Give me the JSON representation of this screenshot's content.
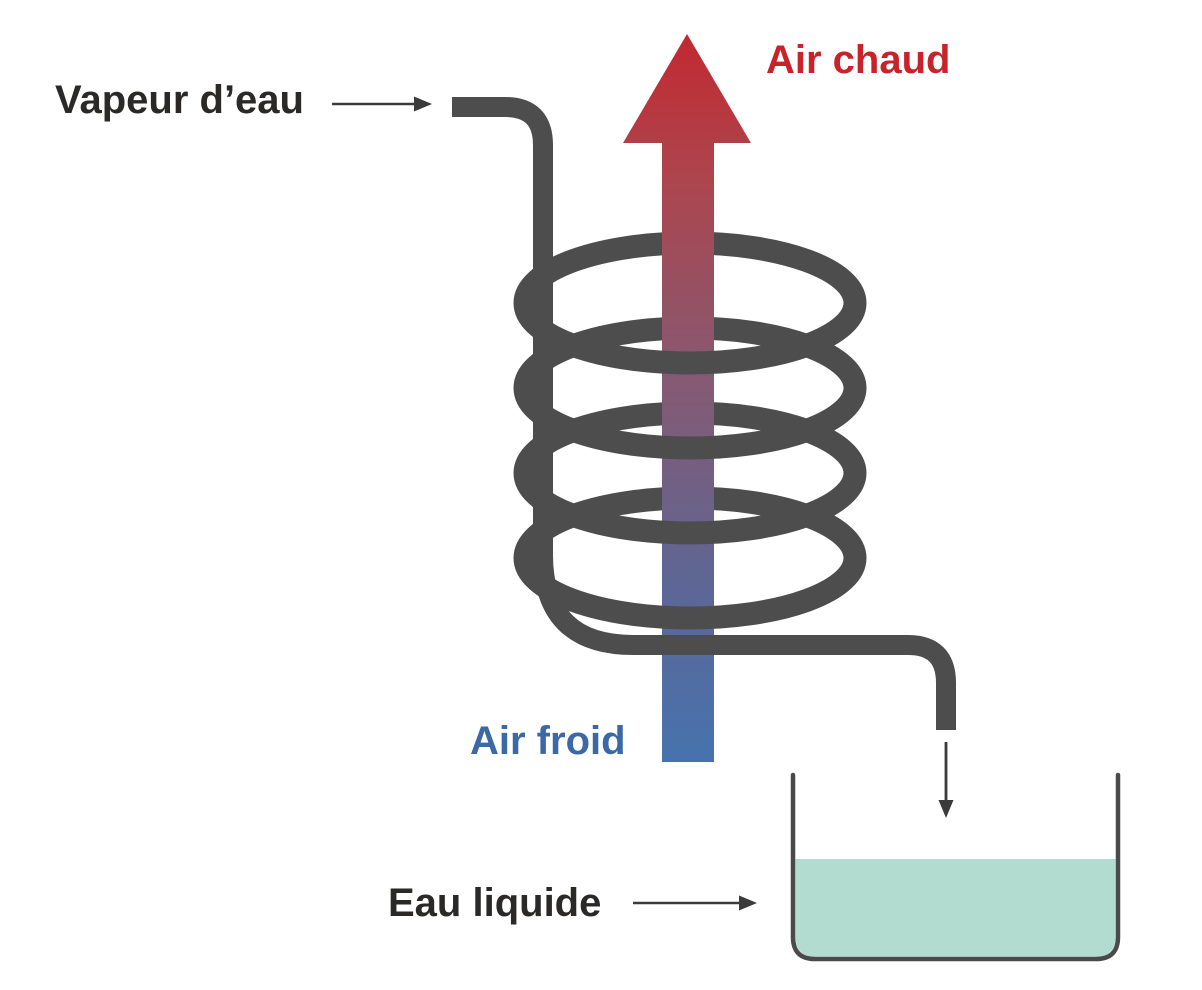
{
  "diagram": {
    "type": "steam-condensation-coil-heat-exchanger",
    "labels": {
      "steam": "Vapeur d’eau",
      "hot_air": "Air chaud",
      "cold_air": "Air froid",
      "liquid_water": "Eau liquide"
    },
    "colors": {
      "pipe": "#4d4d4d",
      "coil": "#4d4d4d",
      "beaker_outline": "#4a4a4a",
      "liquid": "#b2dcd0",
      "label_dark": "#2a2928",
      "label_hot": "#c8232b",
      "label_cold": "#3a69a5",
      "thin_arrow": "#3b3b3b"
    },
    "flow_gradient": {
      "top": "#c22930",
      "upper": "#ad454e",
      "middle": "#855a73",
      "lower": "#5e6694",
      "bottom": "#4673ae"
    }
  }
}
